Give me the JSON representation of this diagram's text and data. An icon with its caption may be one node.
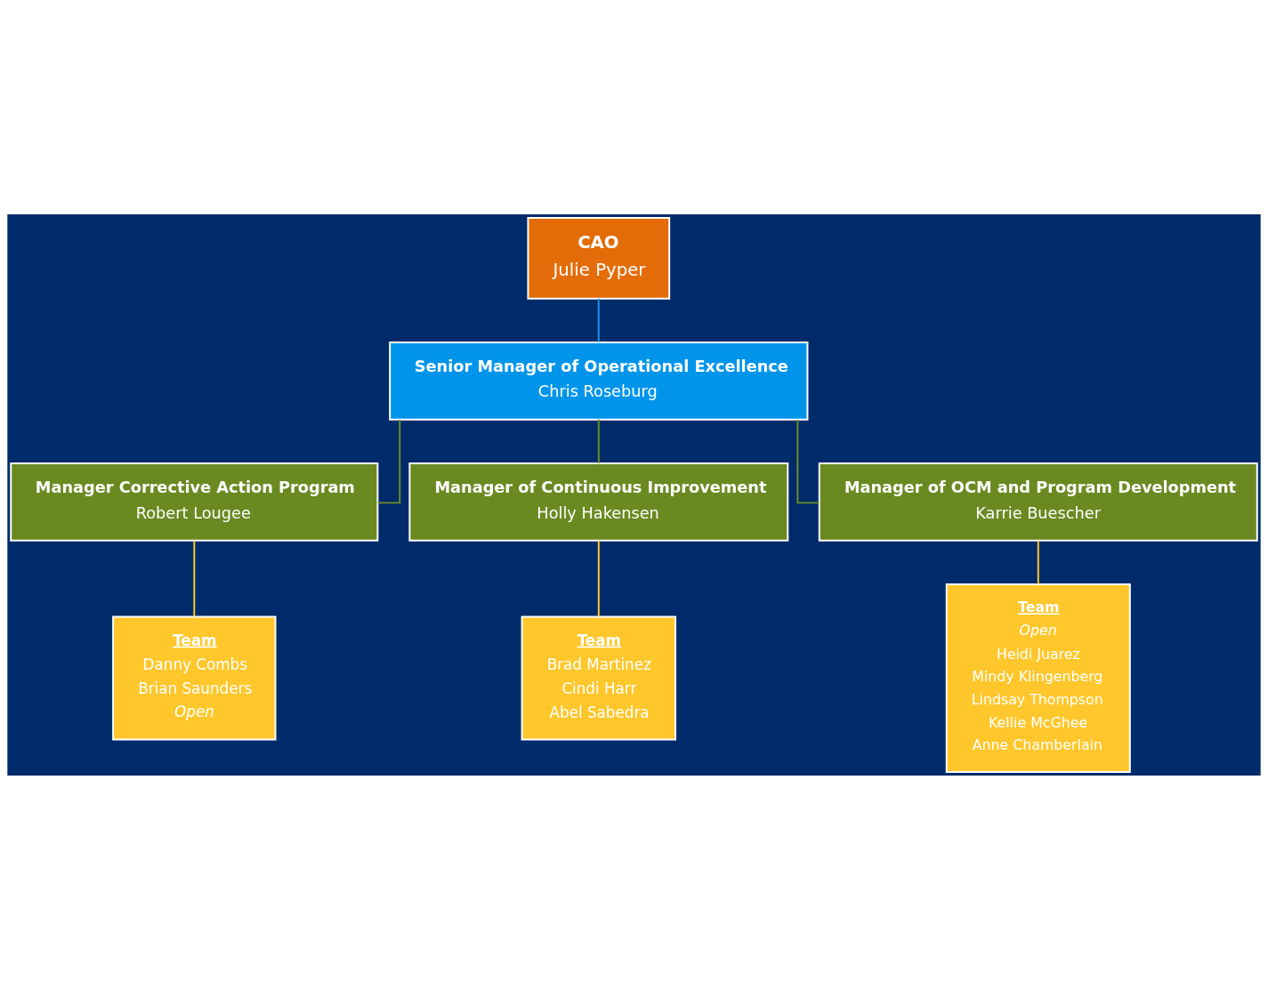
{
  "diagram": {
    "nodes": [
      {
        "text": [
          "CAO",
          "Julie Pyper"
        ]
      },
      {
        "text": [
          "Senior Manager of Operational Excellence",
          "Chris Roseburg"
        ]
      },
      {
        "text": [
          "Manager Corrective Action Program",
          "Robert Lougee"
        ]
      },
      {
        "text": [
          "Manager of Continuous Improvement",
          "Holly Hakensen"
        ]
      },
      {
        "text": [
          "Manager of OCM and Program Development",
          "Karrie Buescher"
        ]
      },
      {
        "text": [
          "Team",
          "Danny Combs",
          "Brian Saunders",
          "*Open*"
        ]
      },
      {
        "text": [
          "Team",
          "Brad Martinez",
          "Cindi Harr",
          "Abel Sabedra"
        ]
      },
      {
        "text": [
          "Team",
          "*Open*",
          "Heidi Juarez",
          "Mindy Klingenberg",
          "Lindsay Thompson",
          "Kellie McGhee",
          "Anne Chamberlain"
        ]
      }
    ],
    "edges": [
      {
        "from": 0,
        "to": 1,
        "arrow": "none",
        "color": "#1e90e8"
      },
      {
        "from": 1,
        "to": 2,
        "arrow": "none",
        "color": "#6b8e23"
      },
      {
        "from": 1,
        "to": 3,
        "arrow": "none",
        "color": "#6b8e23"
      },
      {
        "from": 1,
        "to": 4,
        "arrow": "none",
        "color": "#6b8e23"
      },
      {
        "from": 2,
        "to": 5,
        "arrow": "none",
        "color": "#ffc72c"
      },
      {
        "from": 3,
        "to": 6,
        "arrow": "none",
        "color": "#ffc72c"
      },
      {
        "from": 4,
        "to": 7,
        "arrow": "none",
        "color": "#ffc72c"
      }
    ]
  }
}
